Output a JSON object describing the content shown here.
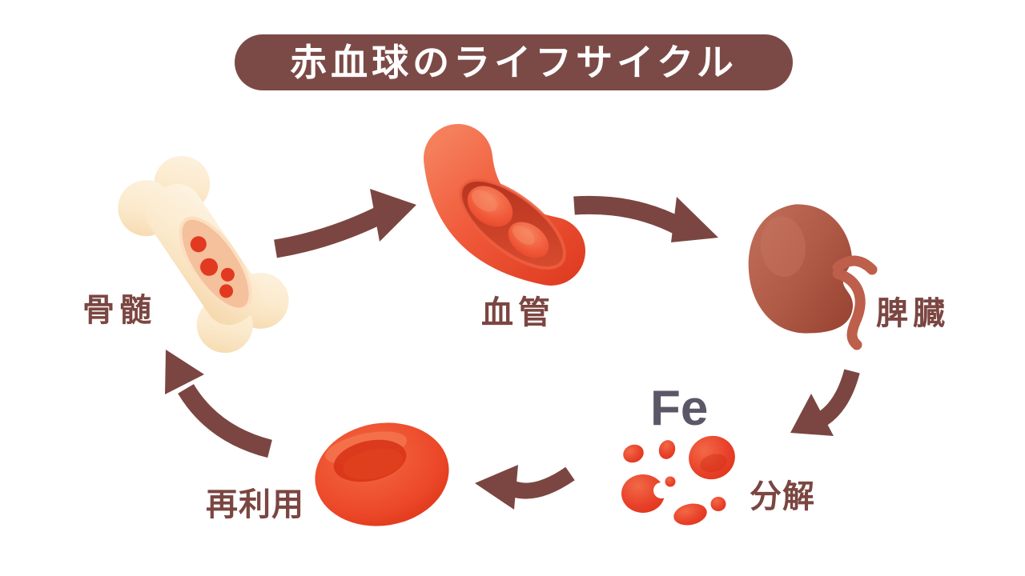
{
  "title": "赤血球のライフサイクル",
  "colors": {
    "accent_maroon": "#7b4641",
    "banner_bg": "#7c4a46",
    "banner_text": "#ffffff",
    "fe_text": "#5c5766",
    "cell_red": "#e8402a",
    "vessel_orange_red": "#f0593c",
    "spleen_brick": "#b05a48",
    "bone_cream": "#fbe9ca",
    "marrow_peach": "#f5c09c"
  },
  "diagram": {
    "nodes": [
      {
        "id": "bone-marrow",
        "label": "骨髄",
        "icon": "bone-icon"
      },
      {
        "id": "blood-vessel",
        "label": "血管",
        "icon": "blood-vessel-icon"
      },
      {
        "id": "spleen",
        "label": "脾臓",
        "icon": "spleen-icon"
      },
      {
        "id": "breakdown",
        "label": "分解",
        "annotation": "Fe",
        "icon": "cell-fragments-icon"
      },
      {
        "id": "recycle",
        "label": "再利用",
        "icon": "red-blood-cell-icon"
      }
    ],
    "arrows": [
      {
        "from": "bone-marrow",
        "to": "blood-vessel"
      },
      {
        "from": "blood-vessel",
        "to": "spleen"
      },
      {
        "from": "spleen",
        "to": "breakdown"
      },
      {
        "from": "breakdown",
        "to": "recycle"
      },
      {
        "from": "recycle",
        "to": "bone-marrow"
      }
    ]
  }
}
